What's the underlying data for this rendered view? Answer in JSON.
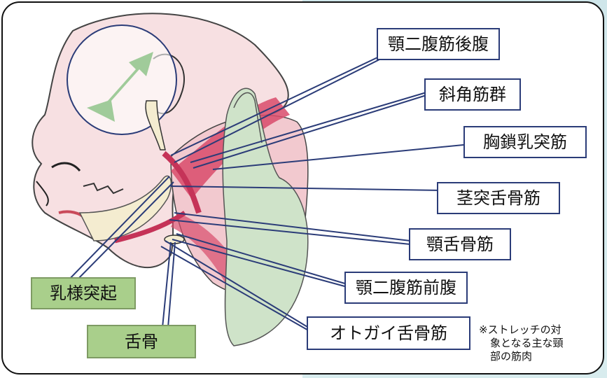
{
  "labels": {
    "digastric_posterior": "顎二腹筋後腹",
    "scalene": "斜角筋群",
    "sternocleidomastoid": "胸鎖乳突筋",
    "stylohyoid": "茎突舌骨筋",
    "mylohyoid": "顎舌骨筋",
    "digastric_anterior": "顎二腹筋前腹",
    "geniohyoid": "オトガイ舌骨筋",
    "mastoid_process": "乳様突起",
    "hyoid_bone": "舌骨"
  },
  "note": {
    "line1": "※ストレッチの対",
    "line2": "象となる主な頸",
    "line3": "部の筋肉"
  },
  "colors": {
    "line": "#2b3c78",
    "green_label": "#a9cf8b",
    "muscle": "#d94b6b",
    "skin": "#f6dede",
    "bone": "#f6efd2",
    "hand": "#cfe3c9"
  }
}
